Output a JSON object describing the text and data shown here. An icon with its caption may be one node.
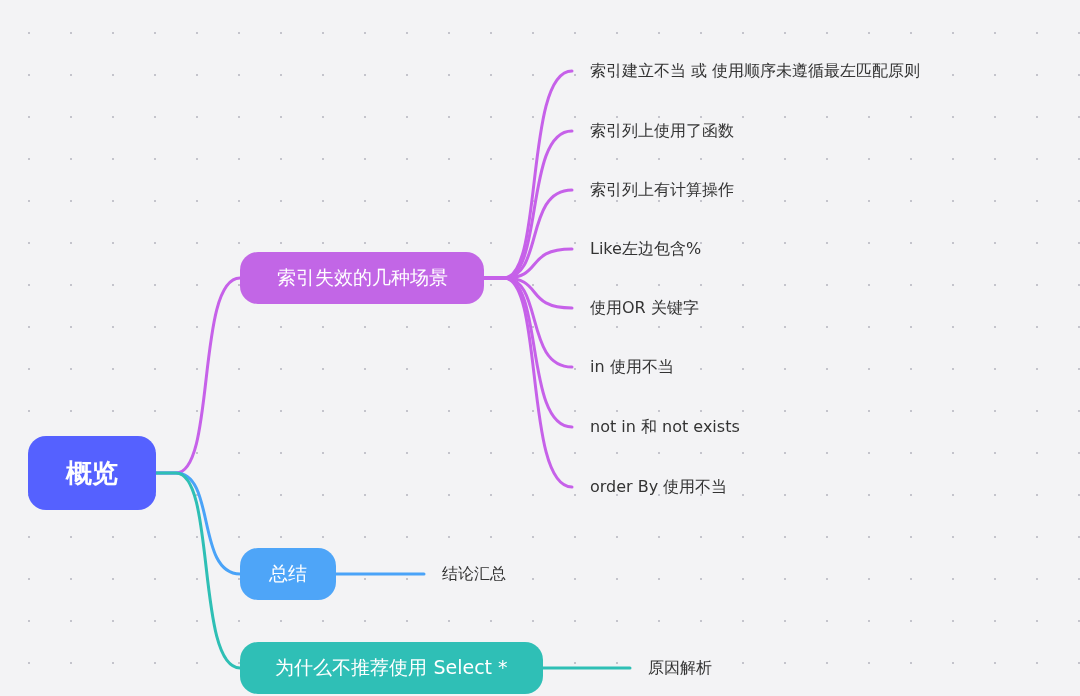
{
  "diagram": {
    "nodes": [
      {
        "text": [
          "概览"
        ]
      },
      {
        "text": [
          "索引失效的几种场景"
        ]
      },
      {
        "text": [
          "索引建立不当  或 使用顺序未遵循最左匹配原则"
        ]
      },
      {
        "text": [
          "索引列上使用了函数"
        ]
      },
      {
        "text": [
          "索引列上有计算操作"
        ]
      },
      {
        "text": [
          "Like左边包含%"
        ]
      },
      {
        "text": [
          "使用OR 关键字"
        ]
      },
      {
        "text": [
          "in 使用不当"
        ]
      },
      {
        "text": [
          "not in 和 not exists"
        ]
      },
      {
        "text": [
          "order By  使用不当"
        ]
      },
      {
        "text": [
          "总结"
        ]
      },
      {
        "text": [
          "结论汇总"
        ]
      },
      {
        "text": [
          "为什么不推荐使用 Select *"
        ]
      },
      {
        "text": [
          "原因解析"
        ]
      }
    ],
    "edges": [
      {
        "from": 0,
        "to": 1,
        "arrow": "none"
      },
      {
        "from": 1,
        "to": 2,
        "arrow": "none"
      },
      {
        "from": 1,
        "to": 3,
        "arrow": "none"
      },
      {
        "from": 1,
        "to": 4,
        "arrow": "none"
      },
      {
        "from": 1,
        "to": 5,
        "arrow": "none"
      },
      {
        "from": 1,
        "to": 6,
        "arrow": "none"
      },
      {
        "from": 1,
        "to": 7,
        "arrow": "none"
      },
      {
        "from": 1,
        "to": 8,
        "arrow": "none"
      },
      {
        "from": 1,
        "to": 9,
        "arrow": "none"
      },
      {
        "from": 0,
        "to": 10,
        "arrow": "none",
        "color": "#4aa3f8"
      },
      {
        "from": 10,
        "to": 11,
        "arrow": "none",
        "color": "#4aa3f8"
      },
      {
        "from": 0,
        "to": 12,
        "arrow": "none",
        "color": "#2ebfb5"
      },
      {
        "from": 12,
        "to": 13,
        "arrow": "none",
        "color": "#2ebfb5"
      }
    ]
  }
}
